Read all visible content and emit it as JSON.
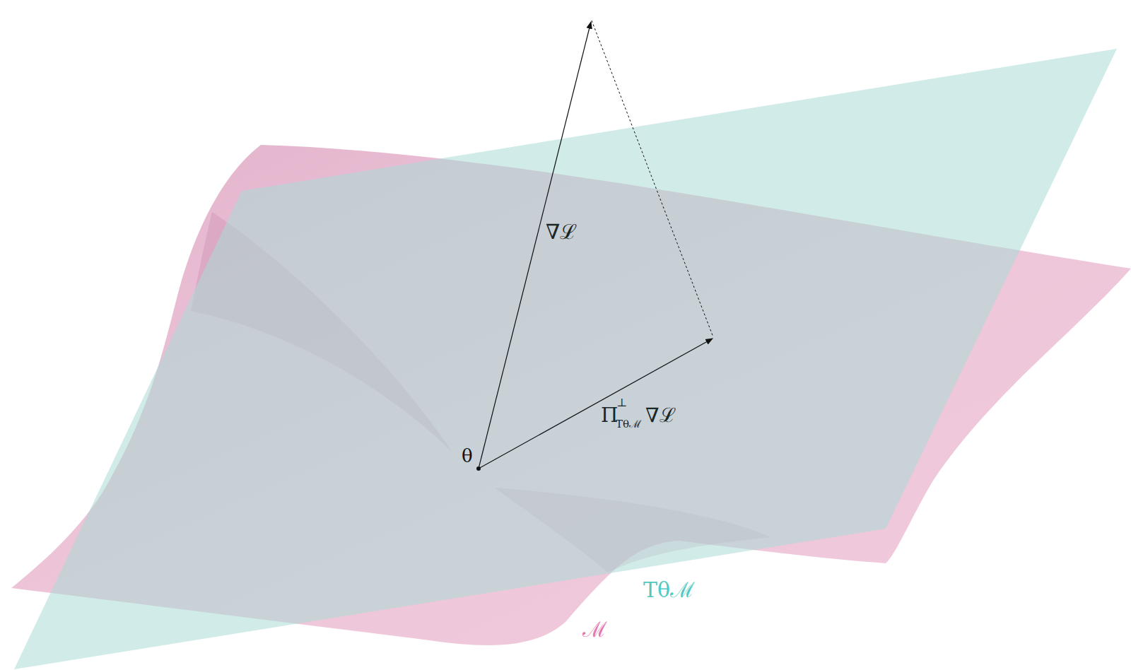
{
  "diagram": {
    "labels": [
      "∇ℒ",
      "Π",
      "⊥",
      "Tθℳ",
      "∇ℒ",
      "θ",
      "Tθℳ",
      "ℳ"
    ]
  }
}
